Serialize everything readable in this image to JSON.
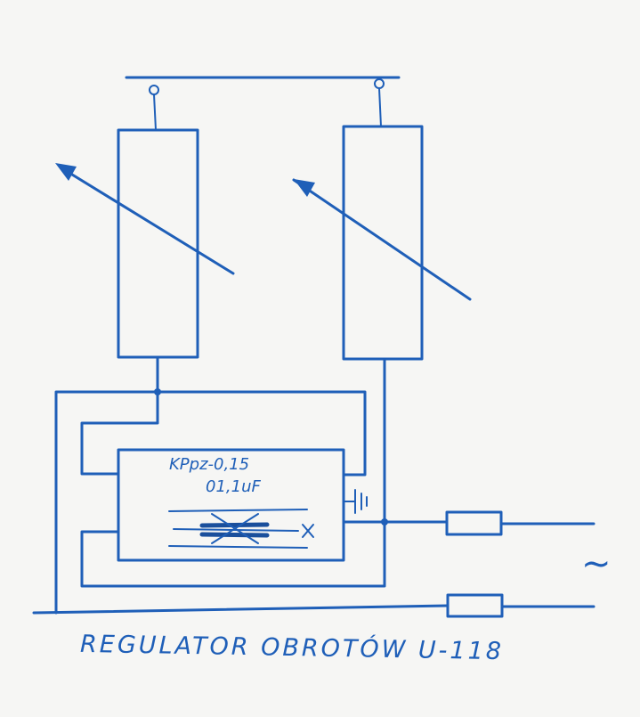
{
  "diagram": {
    "title": "REGULATOR OBROTÓW U-118",
    "component_label": "KPpz-0,15",
    "capacitor_label": "01,1uF",
    "ac_symbol": "~",
    "ink_color": "#1f5fb8",
    "paper_color": "#f6f6f4"
  }
}
